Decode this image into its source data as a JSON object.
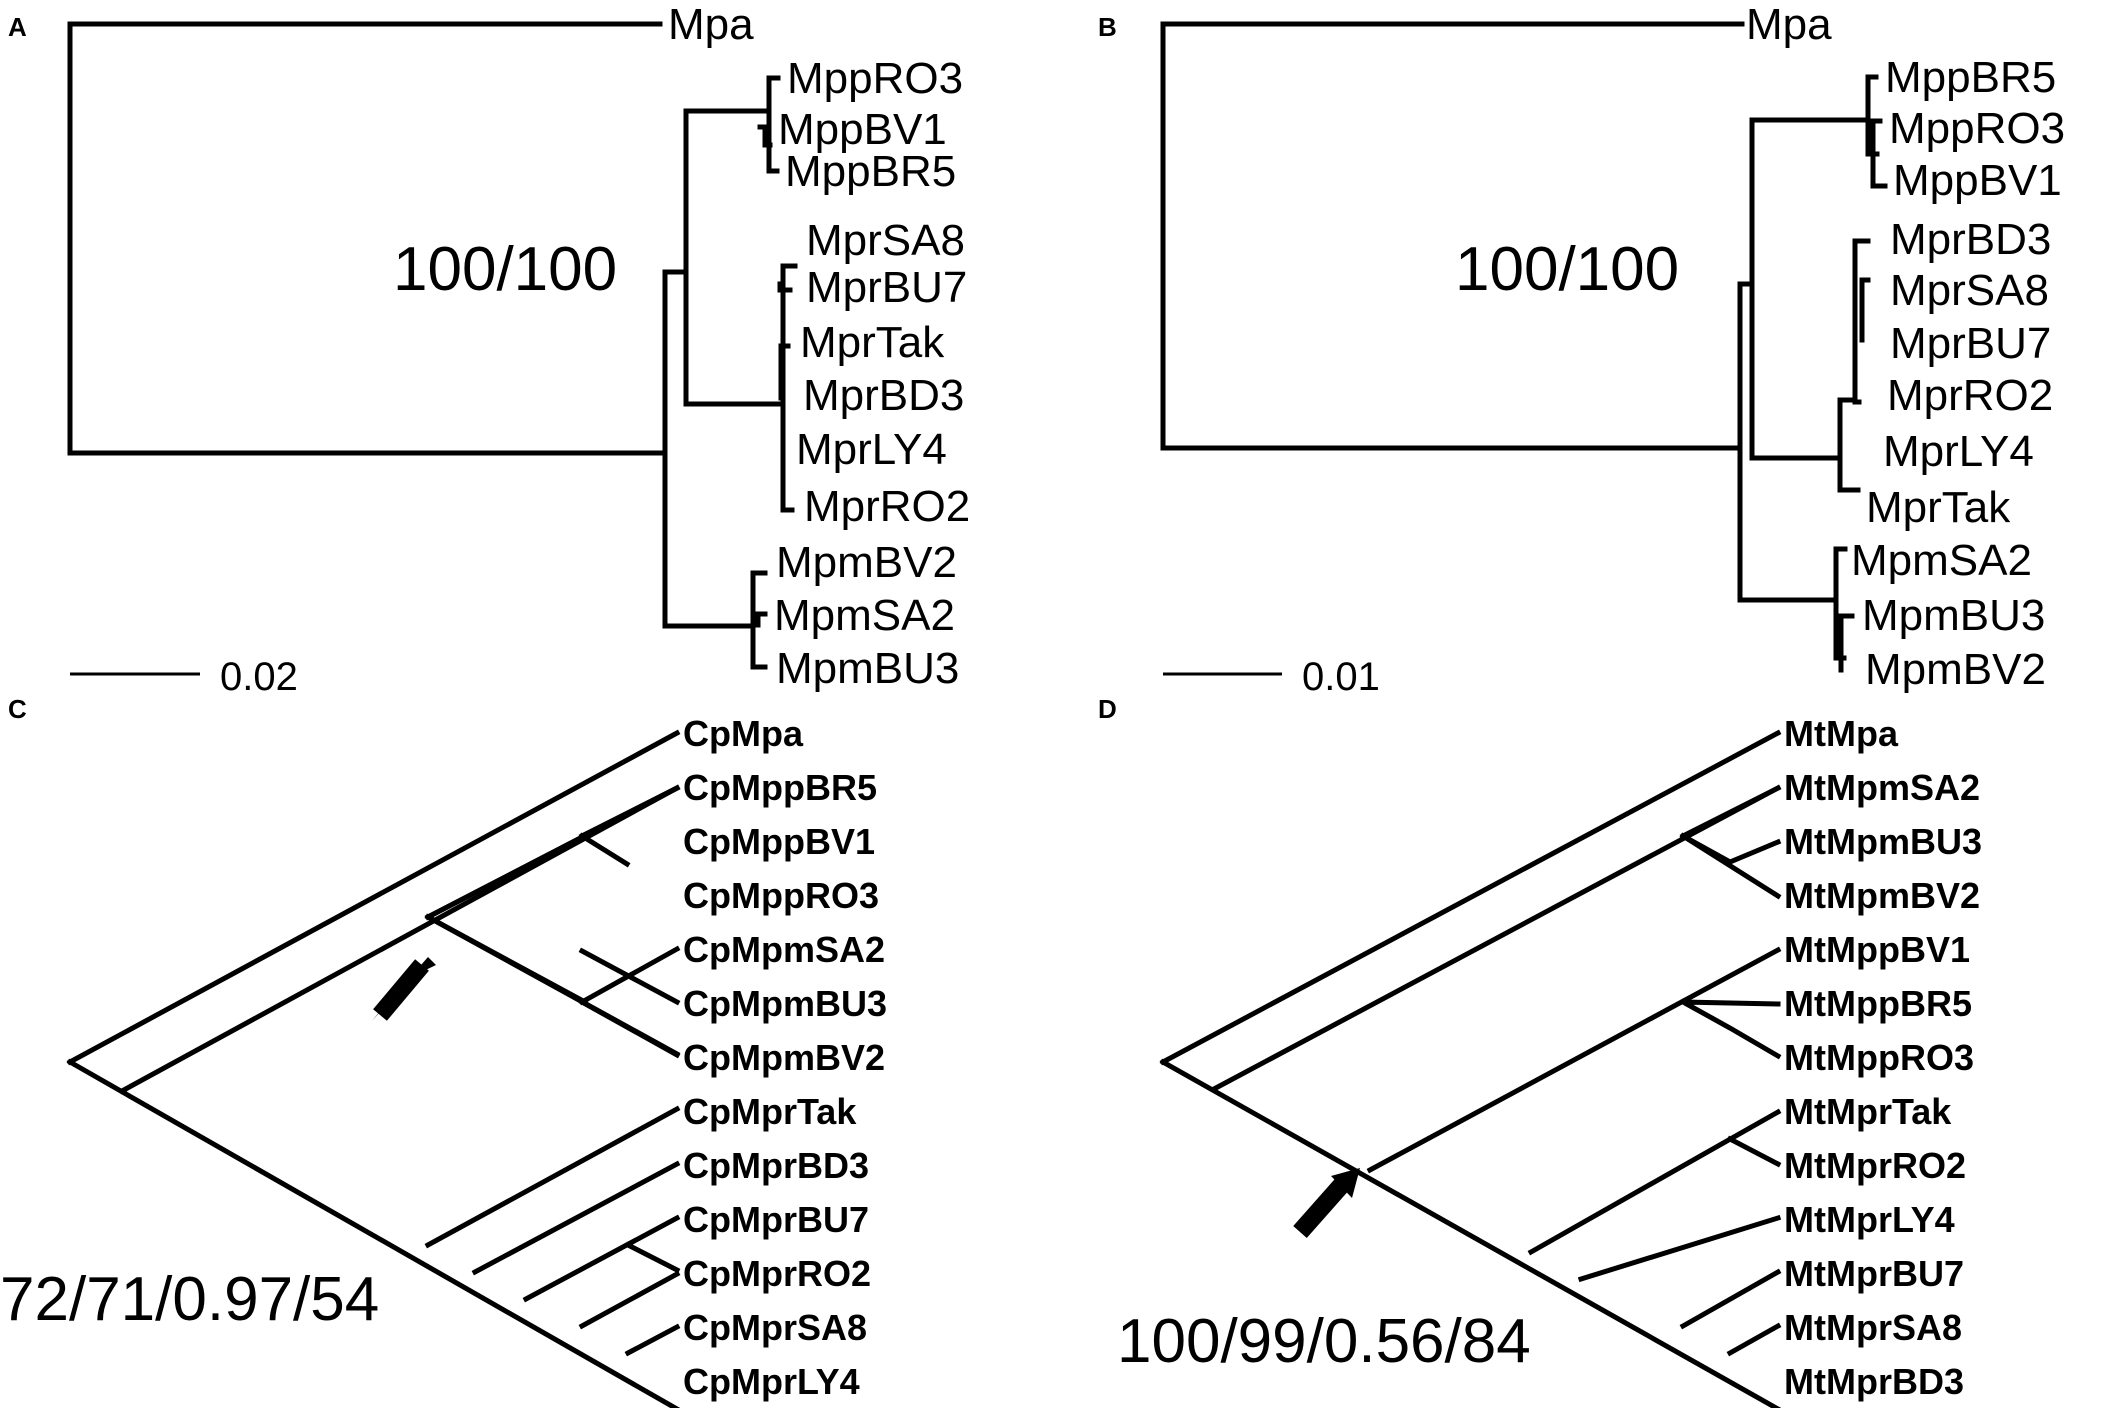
{
  "panels": {
    "A": {
      "letter": "A",
      "support": "100/100",
      "scale_label": "0.02",
      "leaves": [
        "Mpa",
        "MppRO3",
        "MppBV1",
        "MppBR5",
        "MprSA8",
        "MprBU7",
        "MprTak",
        "MprBD3",
        "MprLY4",
        "MprRO2",
        "MpmBV2",
        "MpmSA2",
        "MpmBU3"
      ]
    },
    "B": {
      "letter": "B",
      "support": "100/100",
      "scale_label": "0.01",
      "leaves": [
        "Mpa",
        "MppBR5",
        "MppRO3",
        "MppBV1",
        "MprBD3",
        "MprSA8",
        "MprBU7",
        "MprRO2",
        "MprLY4",
        "MprTak",
        "MpmSA2",
        "MpmBU3",
        "MpmBV2"
      ]
    },
    "C": {
      "letter": "C",
      "support": "72/71/0.97/54",
      "leaves": [
        "CpMpa",
        "CpMppBR5",
        "CpMppBV1",
        "CpMppRO3",
        "CpMpmSA2",
        "CpMpmBU3",
        "CpMpmBV2",
        "CpMprTak",
        "CpMprBD3",
        "CpMprBU7",
        "CpMprRO2",
        "CpMprSA8",
        "CpMprLY4"
      ]
    },
    "D": {
      "letter": "D",
      "support": "100/99/0.56/84",
      "leaves": [
        "MtMpa",
        "MtMpmSA2",
        "MtMpmBU3",
        "MtMpmBV2",
        "MtMppBV1",
        "MtMppBR5",
        "MtMppRO3",
        "MtMprTak",
        "MtMprRO2",
        "MtMprLY4",
        "MtMprBU7",
        "MtMprSA8",
        "MtMprBD3"
      ]
    }
  },
  "colors": {
    "ink": "#000000",
    "background": "#ffffff"
  }
}
